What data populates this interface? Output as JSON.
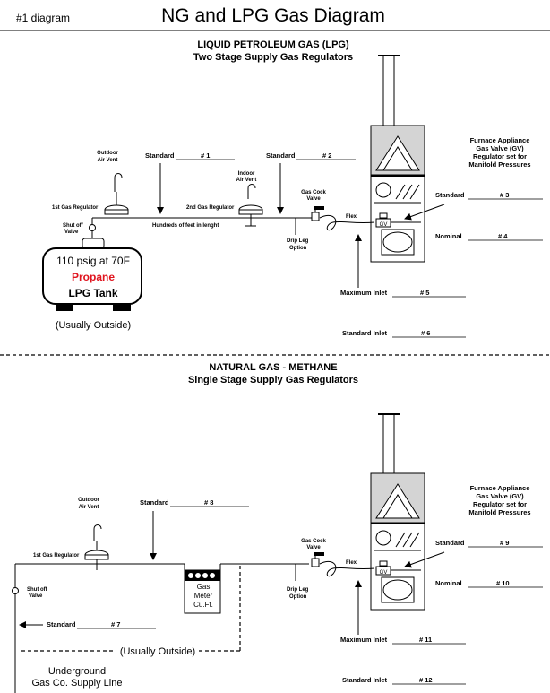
{
  "header": {
    "tag": "#1 diagram",
    "title": "NG and LPG Gas Diagram"
  },
  "lpg": {
    "title": "LIQUID PETROLEUM GAS (LPG)",
    "subtitle": "Two Stage Supply Gas Regulators",
    "outdoor_vent": [
      "Outdoor",
      "Air Vent"
    ],
    "indoor_vent": [
      "Indoor",
      "Air Vent"
    ],
    "reg1": "1st Gas Regulator",
    "reg2": "2nd Gas Regulator",
    "shutoff": [
      "Shut off",
      "Valve"
    ],
    "pipe_label": "Hundreds of feet in lenght",
    "std1": "Standard",
    "num1": "# 1",
    "std2": "Standard",
    "num2": "# 2",
    "gas_cock": [
      "Gas Cock",
      "Valve"
    ],
    "flex": "Flex",
    "drip": [
      "Drip Leg",
      "Option"
    ],
    "tank_psig": "110 psig at 70F",
    "tank_name": "Propane",
    "tank_type": "LPG Tank",
    "usually_outside": "(Usually Outside)",
    "furnace_label": [
      "Furnace Appliance",
      "Gas Valve (GV)",
      "Regulator set for",
      "Manifold Pressures"
    ],
    "gv": "GV",
    "std3": "Standard",
    "num3": "# 3",
    "nom4": "Nominal",
    "num4": "# 4",
    "max5": "Maximum Inlet",
    "num5": "# 5",
    "stdin6": "Standard Inlet",
    "num6": "# 6"
  },
  "ng": {
    "title": "NATURAL GAS - METHANE",
    "subtitle": "Single Stage Supply Gas Regulators",
    "outdoor_vent": [
      "Outdoor",
      "Air Vent"
    ],
    "reg1": "1st Gas Regulator",
    "shutoff": [
      "Shut off",
      "Valve"
    ],
    "std8": "Standard",
    "num8": "# 8",
    "meter": [
      "Gas",
      "Meter",
      "Cu.Ft."
    ],
    "gas_cock": [
      "Gas Cock",
      "Valve"
    ],
    "flex": "Flex",
    "drip": [
      "Drip Leg",
      "Option"
    ],
    "std7": "Standard",
    "num7": "# 7",
    "usually_outside": "(Usually Outside)",
    "underground": [
      "Underground",
      "Gas Co. Supply Line"
    ],
    "furnace_label": [
      "Furnace Appliance",
      "Gas Valve (GV)",
      "Regulator set for",
      "Manifold Pressures"
    ],
    "gv": "GV",
    "std9": "Standard",
    "num9": "# 9",
    "nom10": "Nominal",
    "num10": "# 10",
    "max11": "Maximum Inlet",
    "num11": "# 11",
    "stdin12": "Standard Inlet",
    "num12": "# 12"
  },
  "colors": {
    "propane_red": "#e0141e",
    "line": "#000000",
    "furnace_gray": "#d4d4d4"
  }
}
